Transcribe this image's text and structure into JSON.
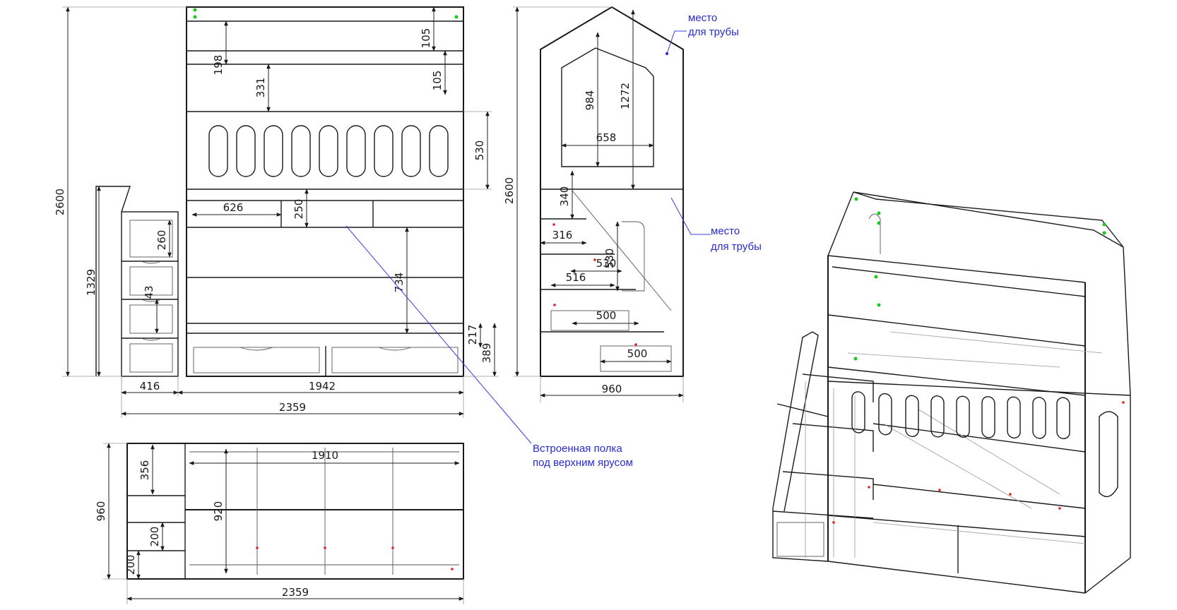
{
  "front_view": {
    "dims": {
      "overall_height": "2600",
      "stair_height": "1329",
      "top_gap_a": "105",
      "top_gap_b": "105",
      "upper_rail": "198",
      "rail_drop": "331",
      "guard_height": "530",
      "shelf_width": "626",
      "shelf_height": "250",
      "lower_space": "734",
      "step_a": "260",
      "step_b": "43",
      "drawer_top": "217",
      "drawer_base": "389",
      "stair_width": "416",
      "bed_width": "1942",
      "total_width": "2359"
    }
  },
  "side_view": {
    "dims": {
      "overall_height": "2600",
      "roof_inner": "984",
      "roof_outer": "1272",
      "window_width": "658",
      "gap_340": "340",
      "step_316": "316",
      "depth_530a": "530",
      "depth_530b": "530",
      "step_516": "516",
      "drawer_500a": "500",
      "drawer_500b": "500",
      "total_depth": "960"
    }
  },
  "top_view": {
    "dims": {
      "inner_length": "1910",
      "inner_depth": "920",
      "depth": "960",
      "step_356": "356",
      "step_200a": "200",
      "step_200b": "200",
      "total_width": "2359"
    }
  },
  "notes": {
    "pipe_top_line1": "место",
    "pipe_top_line2": "для трубы",
    "pipe_mid_line1": "место",
    "pipe_mid_line2": "для трубы",
    "shelf_line1": "Встроенная полка",
    "shelf_line2": "под верхним ярусом"
  },
  "colors": {
    "line": "#1a1a1a",
    "annotation": "#2a2ad0",
    "marker_green": "#1ec81e",
    "marker_red": "#e02020"
  }
}
